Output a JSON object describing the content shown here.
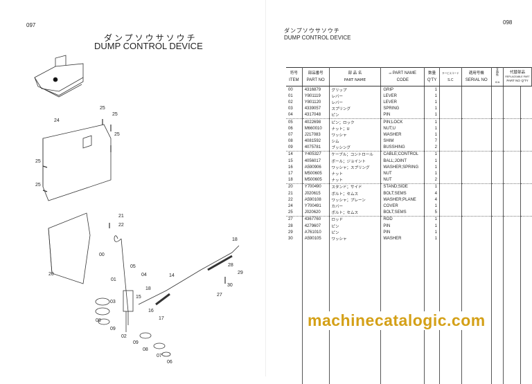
{
  "left_page": {
    "page_number": "097",
    "title_jp": "ダンプソウサソウチ",
    "title_en": "DUMP CONTROL DEVICE",
    "callouts": [
      "25",
      "25",
      "24",
      "25",
      "25",
      "25",
      "21",
      "22",
      "18",
      "00",
      "05",
      "04",
      "14",
      "28",
      "29",
      "20",
      "01",
      "18",
      "15",
      "30",
      "27",
      "03",
      "16",
      "17",
      "08",
      "09",
      "02",
      "09",
      "08",
      "07",
      "06"
    ]
  },
  "right_page": {
    "page_number": "098",
    "title_jp": "ダンプソウサソウチ",
    "title_en": "DUMP CONTROL DEVICE",
    "table": {
      "headers": {
        "item_jp": "符号",
        "item": "ITEM",
        "part_no_jp": "部品番号",
        "part_no": "PART NO",
        "part_name_jp": "部 品 名",
        "part_name": "PART NAME",
        "or": "or",
        "part_name_code": "PART NAME",
        "code": "CODE",
        "qty_jp": "数量",
        "qty": "Q'TY",
        "sc_jp": "サービスコード",
        "sc": "S.C",
        "serial_jp": "適用号機",
        "serial": "SERIAL NO",
        "ic_jp": "互換性",
        "ic": "ICA",
        "replaceable_jp": "代替部品",
        "replaceable": "REPLACEABLE PART",
        "rp_part_no": "PART NO",
        "rp_qty": "Q'TY"
      },
      "rows": [
        {
          "item": "00",
          "part_no": "4316879",
          "name_jp": "グリップ",
          "name_en": "GRIP",
          "qty": "1"
        },
        {
          "item": "01",
          "part_no": "Y801119",
          "name_jp": "レバー",
          "name_en": "LEVER",
          "qty": "1"
        },
        {
          "item": "02",
          "part_no": "Y801120",
          "name_jp": "レバー",
          "name_en": "LEVER",
          "qty": "1"
        },
        {
          "item": "03",
          "part_no": "4339057",
          "name_jp": "スプリング",
          "name_en": "SPRING",
          "qty": "1"
        },
        {
          "item": "04",
          "part_no": "4317048",
          "name_jp": "ピン",
          "name_en": "PIN",
          "qty": "1"
        },
        {
          "item": "05",
          "part_no": "4022698",
          "name_jp": "ピン；ロック",
          "name_en": "PIN;LOCK",
          "qty": "1"
        },
        {
          "item": "06",
          "part_no": "M660010",
          "name_jp": "ナット；U",
          "name_en": "NUT;U",
          "qty": "1"
        },
        {
          "item": "07",
          "part_no": "J217083",
          "name_jp": "ワッシャ",
          "name_en": "WASHER",
          "qty": "1"
        },
        {
          "item": "08",
          "part_no": "4081592",
          "name_jp": "シム",
          "name_en": "SHIM",
          "qty": "7"
        },
        {
          "item": "09",
          "part_no": "4075781",
          "name_jp": "ブッシング",
          "name_en": "BUSSHING",
          "qty": "2"
        },
        {
          "item": "14",
          "part_no": "Y405327",
          "name_jp": "ケーブル；コントロール",
          "name_en": "CABLE;CONTROL",
          "qty": "1"
        },
        {
          "item": "15",
          "part_no": "4056017",
          "name_jp": "ボール；ジョイント",
          "name_en": "BALL;JOINT",
          "qty": "1"
        },
        {
          "item": "16",
          "part_no": "A590906",
          "name_jp": "ワッシャ；スプリング",
          "name_en": "WASHER;SPRING",
          "qty": "1"
        },
        {
          "item": "17",
          "part_no": "M500605",
          "name_jp": "ナット",
          "name_en": "NUT",
          "qty": "1"
        },
        {
          "item": "18",
          "part_no": "M500605",
          "name_jp": "ナット",
          "name_en": "NUT",
          "qty": "2"
        },
        {
          "item": "20",
          "part_no": "Y700490",
          "name_jp": "スタンド；サイド",
          "name_en": "STAND;SIDE",
          "qty": "1"
        },
        {
          "item": "21",
          "part_no": "J020615",
          "name_jp": "ボルト；セムス",
          "name_en": "BOLT;SEMS",
          "qty": "4"
        },
        {
          "item": "22",
          "part_no": "A590108",
          "name_jp": "ワッシャ；プレーン",
          "name_en": "WASHER;PLANE",
          "qty": "4"
        },
        {
          "item": "24",
          "part_no": "Y700491",
          "name_jp": "カバー",
          "name_en": "COVER",
          "qty": "1"
        },
        {
          "item": "25",
          "part_no": "J020620",
          "name_jp": "ボルト；セムス",
          "name_en": "BOLT;SEMS",
          "qty": "5"
        },
        {
          "item": "27",
          "part_no": "4367760",
          "name_jp": "ロッド",
          "name_en": "ROD",
          "qty": "1"
        },
        {
          "item": "28",
          "part_no": "4279607",
          "name_jp": "ピン",
          "name_en": "PIN",
          "qty": "1"
        },
        {
          "item": "29",
          "part_no": "A761010",
          "name_jp": "ピン",
          "name_en": "PIN",
          "qty": "1"
        },
        {
          "item": "30",
          "part_no": "A590105",
          "name_jp": "ワッシャ",
          "name_en": "WASHER",
          "qty": "1"
        }
      ]
    }
  },
  "watermark": "machinecatalogic.com"
}
